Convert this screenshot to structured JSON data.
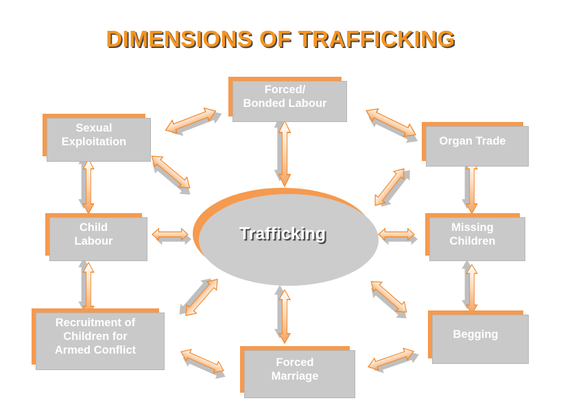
{
  "slide": {
    "title": "DIMENSIONS OF TRAFFICKING",
    "background_color": "#FFFFFF"
  },
  "theme": {
    "node_fill": "#F59A4E",
    "node_text": "#FFFFFF",
    "title_color": "#F7941E",
    "title_shadow": "#4A4A4A",
    "shadow_gray": "#C9C9C9",
    "arrow_fill_light": "#FAD2AC",
    "arrow_outline": "#F0892E",
    "arrow_shadow": "#BFBFBF"
  },
  "center": {
    "label": "Trafficking",
    "shape": "ellipse"
  },
  "nodes": [
    {
      "id": "sexual-exploitation",
      "label": "Sexual\nExploitation"
    },
    {
      "id": "forced-bonded-labour",
      "label": "Forced/\nBonded Labour"
    },
    {
      "id": "organ-trade",
      "label": "Organ Trade"
    },
    {
      "id": "child-labour",
      "label": "Child\nLabour"
    },
    {
      "id": "missing-children",
      "label": "Missing\nChildren"
    },
    {
      "id": "recruitment-children-armed-conflict",
      "label": "Recruitment of\nChildren for\nArmed Conflict"
    },
    {
      "id": "forced-marriage",
      "label": "Forced\nMarriage"
    },
    {
      "id": "begging",
      "label": "Begging"
    }
  ],
  "connectors": [
    {
      "from": "sexual-exploitation",
      "to": "forced-bonded-labour",
      "style": "double-headed"
    },
    {
      "from": "forced-bonded-labour",
      "to": "organ-trade",
      "style": "double-headed"
    },
    {
      "from": "sexual-exploitation",
      "to": "center",
      "style": "double-headed"
    },
    {
      "from": "forced-bonded-labour",
      "to": "center",
      "style": "double-headed"
    },
    {
      "from": "organ-trade",
      "to": "center",
      "style": "double-headed"
    },
    {
      "from": "sexual-exploitation",
      "to": "child-labour",
      "style": "double-headed"
    },
    {
      "from": "organ-trade",
      "to": "missing-children",
      "style": "double-headed"
    },
    {
      "from": "child-labour",
      "to": "center",
      "style": "double-headed"
    },
    {
      "from": "missing-children",
      "to": "center",
      "style": "double-headed"
    },
    {
      "from": "child-labour",
      "to": "recruitment-children-armed-conflict",
      "style": "double-headed"
    },
    {
      "from": "missing-children",
      "to": "begging",
      "style": "double-headed"
    },
    {
      "from": "center",
      "to": "recruitment-children-armed-conflict",
      "style": "double-headed"
    },
    {
      "from": "center",
      "to": "forced-marriage",
      "style": "double-headed"
    },
    {
      "from": "center",
      "to": "begging",
      "style": "double-headed"
    },
    {
      "from": "recruitment-children-armed-conflict",
      "to": "forced-marriage",
      "style": "double-headed"
    },
    {
      "from": "forced-marriage",
      "to": "begging",
      "style": "double-headed"
    }
  ]
}
